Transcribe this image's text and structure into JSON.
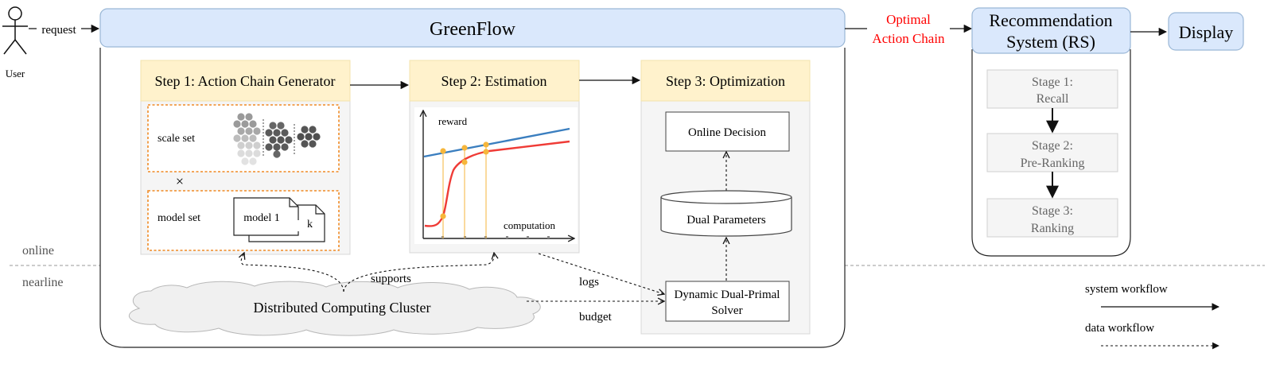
{
  "title": "GreenFlow",
  "user": {
    "label": "User"
  },
  "request_label": "request",
  "optimal_chain_label": [
    "Optimal",
    "Action Chain"
  ],
  "rs": {
    "title": [
      "Recommendation",
      "System (RS)"
    ],
    "stages": [
      {
        "line1": "Stage 1:",
        "line2": "Recall"
      },
      {
        "line1": "Stage 2:",
        "line2": "Pre-Ranking"
      },
      {
        "line1": "Stage 3:",
        "line2": "Ranking"
      }
    ]
  },
  "display_label": "Display",
  "steps": [
    {
      "title": "Step 1: Action Chain Generator"
    },
    {
      "title": "Step 2: Estimation"
    },
    {
      "title": "Step 3: Optimization"
    }
  ],
  "step1": {
    "scale_set_label": "scale set",
    "times_symbol": "×",
    "model_set_label": "model set",
    "model_front_label": "model 1",
    "model_back_label": "k"
  },
  "step2": {
    "ylabel": "reward",
    "xlabel": "computation"
  },
  "step3": {
    "online_decision": "Online Decision",
    "dual_parameters": "Dual Parameters",
    "solver": [
      "Dynamic Dual-Primal",
      "Solver"
    ]
  },
  "online_label": "online",
  "nearline_label": "nearline",
  "cluster_label": "Distributed Computing Cluster",
  "supports_label": "supports",
  "logs_label": "logs",
  "budget_label": "budget",
  "legend": {
    "system_workflow": "system workflow",
    "data_workflow": "data workflow"
  },
  "colors": {
    "blue_header": "#dae8fc",
    "blue_border": "#9ab7d6",
    "yellow_header": "#fff2cc",
    "panel_gray": "#f5f5f5",
    "orange_dashed": "#f08a24",
    "red_text": "#ff0000",
    "curve_blue": "#3a7ebf",
    "curve_red": "#ef3b36",
    "marker_orange": "#f6b63b"
  }
}
